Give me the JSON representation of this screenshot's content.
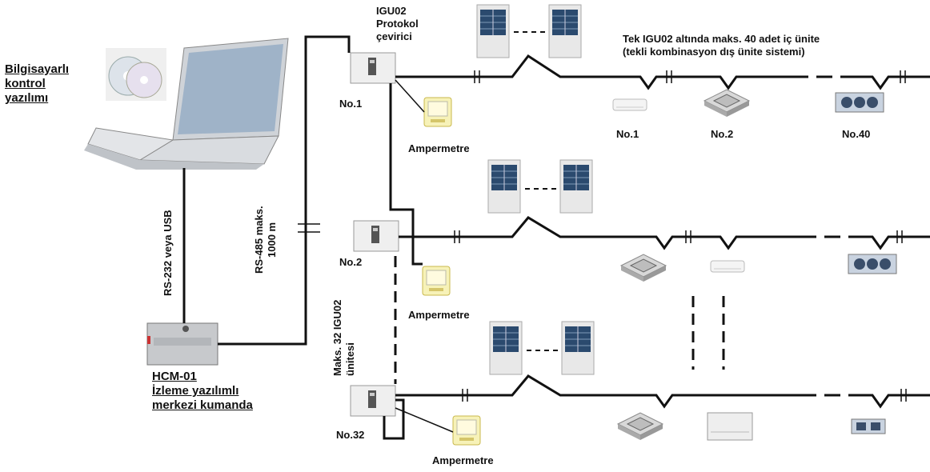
{
  "software": {
    "line1": "Bilgisayarlı",
    "line2": "kontrol",
    "line3": "yazılımı"
  },
  "hcm": {
    "line1": "HCM-01",
    "line2": "İzleme yazılımlı",
    "line3": "merkezi kumanda"
  },
  "links": {
    "usb": "RS-232 veya USB",
    "rs485_line1": "RS-485 maks.",
    "rs485_line2": "1000 m"
  },
  "igu_title": {
    "line1": "IGU02",
    "line2": "Protokol",
    "line3": "çevirici"
  },
  "top_note": {
    "line1": "Tek IGU02 altında maks. 40 adet iç ünite",
    "line2": "(tekli kombinasyon dış ünite sistemi)"
  },
  "max_igu": {
    "line1": "Maks. 32 IGU02",
    "line2": "ünitesi"
  },
  "gateways": [
    {
      "no": "No.1",
      "meter": "Ampermetre"
    },
    {
      "no": "No.2",
      "meter": "Ampermetre"
    },
    {
      "no": "No.32",
      "meter": "Ampermetre"
    }
  ],
  "indoor_labels": [
    "No.1",
    "No.2",
    "No.40"
  ],
  "colors": {
    "line": "#111111",
    "ac_blue": "#2b4a6e",
    "meter_fill": "#f7f2b8"
  }
}
